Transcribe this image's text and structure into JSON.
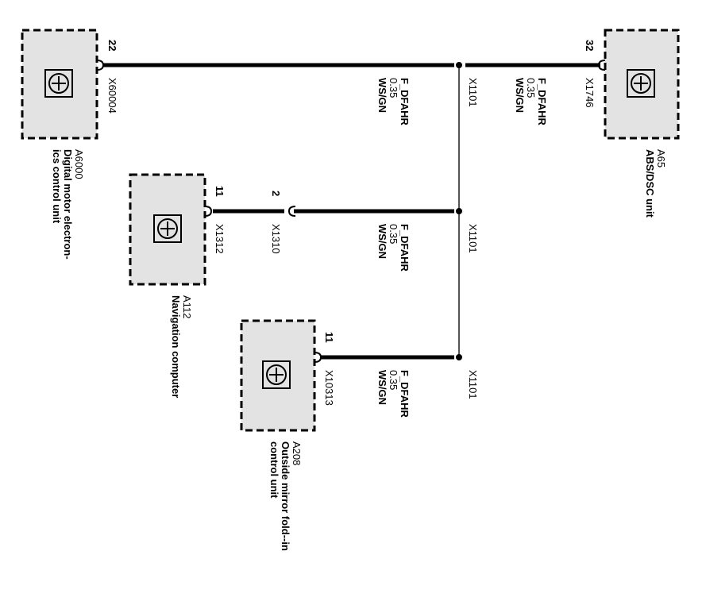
{
  "components": [
    {
      "id": "A6000",
      "name_line1": "Digital motor electron-",
      "name_line2": "ics control unit",
      "connector": "X60004",
      "pin": "22"
    },
    {
      "id": "A65",
      "name_line1": "ABS/DSC unit",
      "name_line2": "",
      "connector": "X1746",
      "pin": "32"
    },
    {
      "id": "A112",
      "name_line1": "Navigation computer",
      "name_line2": "",
      "connector": "X1312",
      "pin": "11"
    },
    {
      "id": "A208",
      "name_line1": "Outside mirror fold--in",
      "name_line2": "control unit",
      "connector": "X10313",
      "pin": "11"
    }
  ],
  "inline_connector": {
    "name": "X1310",
    "pin": "2"
  },
  "splice": "X1101",
  "wires": [
    {
      "signal": "F_DFAHR",
      "size": "0.35",
      "color": "WS/GN"
    },
    {
      "signal": "F_DFAHR",
      "size": "0.35",
      "color": "WS/GN"
    },
    {
      "signal": "F_DFAHR",
      "size": "0.35",
      "color": "WS/GN"
    },
    {
      "signal": "F_DFAHR",
      "size": "0.35",
      "color": "WS/GN"
    }
  ],
  "splice_labels": [
    "X1101",
    "X1101",
    "X1101"
  ]
}
